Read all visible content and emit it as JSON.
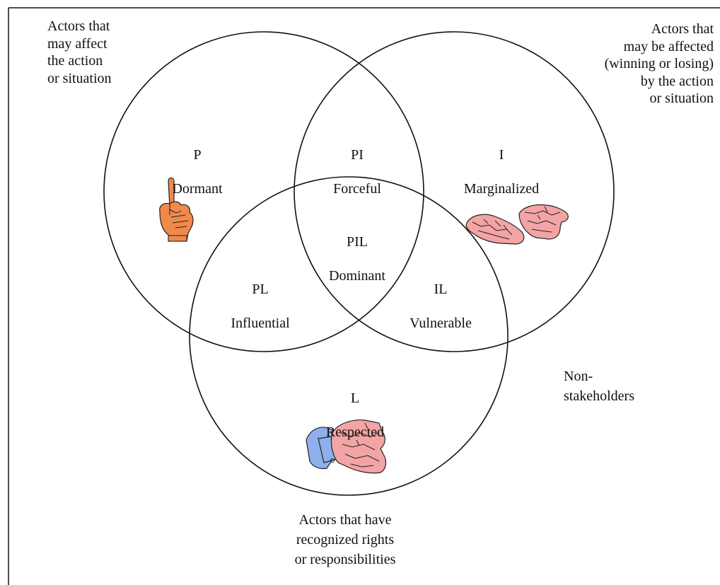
{
  "sets": {
    "p": {
      "code": "P",
      "name": "Dormant"
    },
    "pi": {
      "code": "PI",
      "name": "Forceful"
    },
    "i": {
      "code": "I",
      "name": "Marginalized"
    },
    "pil": {
      "code": "PIL",
      "name": "Dominant"
    },
    "pl": {
      "code": "PL",
      "name": "Influential"
    },
    "il": {
      "code": "IL",
      "name": "Vulnerable"
    },
    "l": {
      "code": "L",
      "name": "Respected"
    }
  },
  "annotations": {
    "power_circle": "Actors that\nmay affect\nthe action\nor situation",
    "interest_circle": "Actors that\nmay be affected\n(winning or losing)\nby the action\nor situation",
    "legitimacy_circle": "Actors that have\nrecognized rights\nor responsibilities",
    "outside": "Non-\nstakeholders"
  },
  "icons": {
    "dormant": "raised-finger-hand-icon",
    "marginalized": "open-palms-icon",
    "respected": "handshake-icon"
  },
  "colors": {
    "circle_stroke": "#111111",
    "finger_hand": "#f0894a",
    "palm": "#f3a4a4",
    "sleeve": "#8fb0ea"
  }
}
